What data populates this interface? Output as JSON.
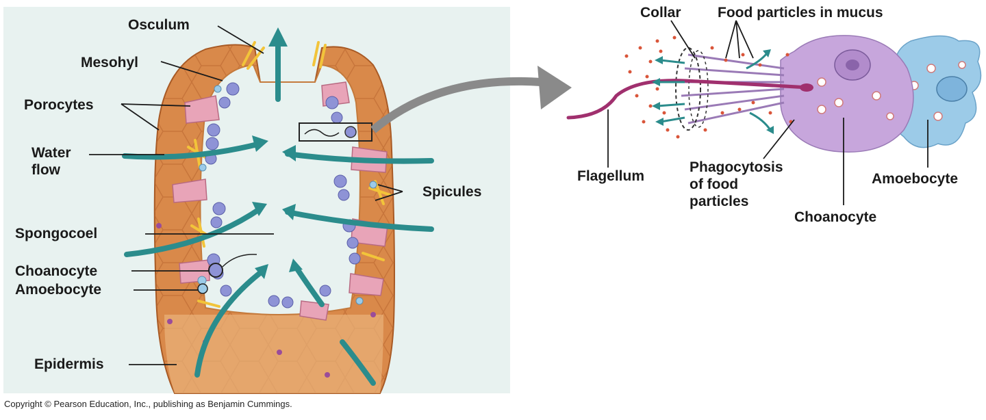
{
  "left_panel": {
    "labels": {
      "osculum": "Osculum",
      "mesohyl": "Mesohyl",
      "porocytes": "Porocytes",
      "water_flow_line1": "Water",
      "water_flow_line2": "flow",
      "spicules": "Spicules",
      "spongocoel": "Spongocoel",
      "choanocyte": "Choanocyte",
      "amoebocyte": "Amoebocyte",
      "epidermis": "Epidermis"
    }
  },
  "right_panel": {
    "labels": {
      "collar": "Collar",
      "food_particles": "Food particles in mucus",
      "flagellum": "Flagellum",
      "phagocytosis_line1": "Phagocytosis",
      "phagocytosis_line2": "of food",
      "phagocytosis_line3": "particles",
      "choanocyte": "Choanocyte",
      "amoebocyte": "Amoebocyte"
    }
  },
  "copyright": "Copyright © Pearson Education, Inc., publishing as Benjamin Cummings.",
  "colors": {
    "panel_bg": "#e8f2f0",
    "body_wall": "#d9894a",
    "body_wall_light": "#eab27a",
    "water_arrow": "#2b8c8c",
    "choanocyte_blue": "#8e93d6",
    "porocyte_pink": "#e8a4b8",
    "spicule_yellow": "#f2c43a",
    "collar_cell_violet": "#c7a6dc",
    "amoebocyte_blue": "#9ccbe8",
    "flagellum_magenta": "#a0306e",
    "gray_arrow": "#8a8a8a"
  }
}
